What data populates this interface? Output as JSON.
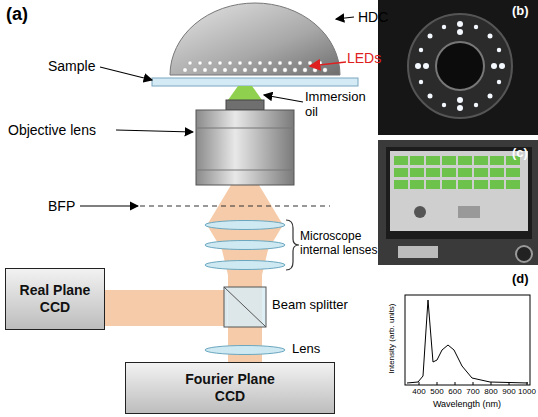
{
  "diagram": {
    "nodes": [
      {
        "text": [
          "Real Plane CCD"
        ]
      },
      {
        "text": [
          "Fourier Plane CCD"
        ]
      }
    ],
    "labels": [
      "(a)",
      "HDC",
      "Sample",
      "LEDs",
      "Immersion oil",
      "Objective lens",
      "BFP",
      "Microscope internal lenses",
      "Beam splitter",
      "Lens",
      "(b)",
      "(c)",
      "(d)",
      "Intensity (arb. units)",
      "Wavelength (nm)",
      "400",
      "500",
      "600",
      "700",
      "800",
      "900",
      "1000"
    ]
  }
}
